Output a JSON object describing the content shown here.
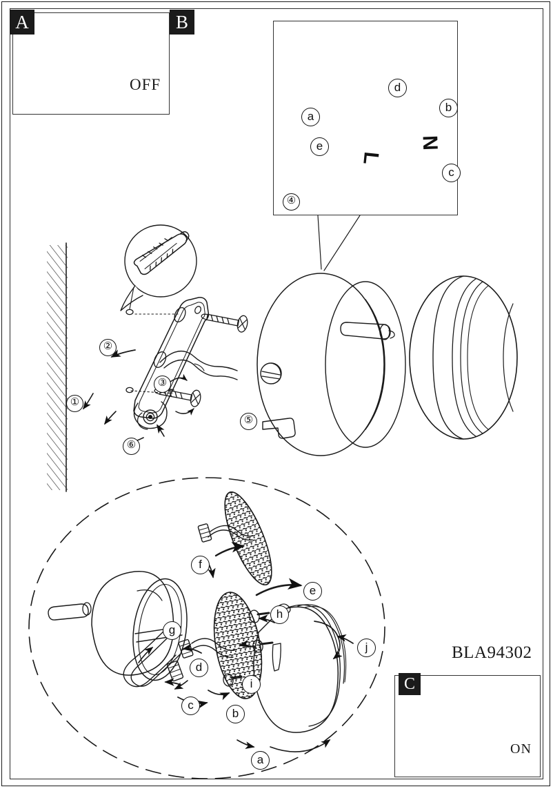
{
  "document": {
    "model_number": "BLA94302",
    "type": "wall spotlight installation instruction sheet"
  },
  "panels": {
    "a": {
      "badge": "A",
      "caption": "OFF",
      "description": "switch circuit breaker off"
    },
    "b": {
      "badge": "B",
      "description": "terminal block wiring detail"
    },
    "c": {
      "badge": "C",
      "caption": "ON",
      "description": "switch circuit breaker on"
    }
  },
  "wiring_detail": {
    "step_number": "④",
    "terminal_live": "L",
    "terminal_neutral": "N",
    "callouts": [
      {
        "id": "a",
        "label": "a"
      },
      {
        "id": "b",
        "label": "b"
      },
      {
        "id": "c",
        "label": "c"
      },
      {
        "id": "d",
        "label": "d"
      },
      {
        "id": "e",
        "label": "e"
      }
    ]
  },
  "mounting": {
    "steps": [
      {
        "id": "1",
        "label": "①"
      },
      {
        "id": "2",
        "label": "②"
      },
      {
        "id": "3",
        "label": "③"
      },
      {
        "id": "5",
        "label": "⑤"
      },
      {
        "id": "6",
        "label": "⑥"
      }
    ],
    "detail_callout": "wall plug / anchor"
  },
  "exploded_view": {
    "callouts": [
      {
        "id": "a",
        "label": "a"
      },
      {
        "id": "b",
        "label": "b"
      },
      {
        "id": "c",
        "label": "c"
      },
      {
        "id": "d",
        "label": "d"
      },
      {
        "id": "e",
        "label": "e"
      },
      {
        "id": "f",
        "label": "f"
      },
      {
        "id": "g",
        "label": "g"
      },
      {
        "id": "h",
        "label": "h"
      },
      {
        "id": "i",
        "label": "i"
      },
      {
        "id": "j",
        "label": "j"
      }
    ]
  },
  "colors": {
    "line": "#1a1a1a",
    "badge_bg": "#1b1b1b",
    "badge_fg": "#ffffff",
    "paper": "#ffffff"
  }
}
